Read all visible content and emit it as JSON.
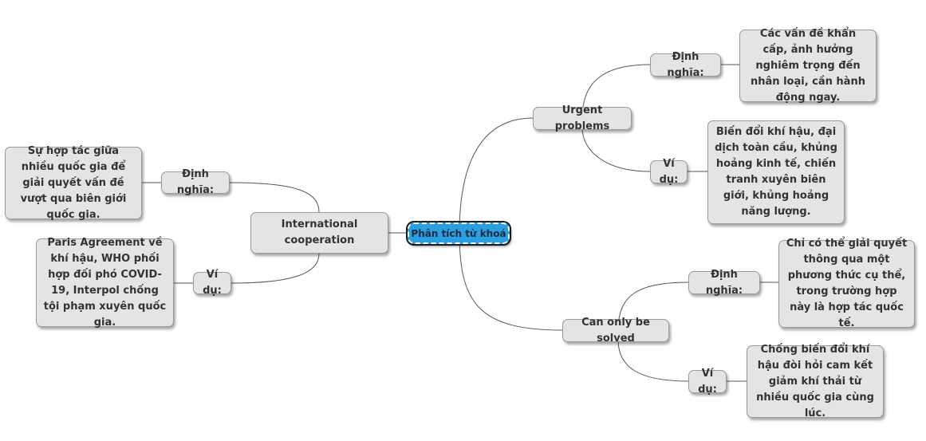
{
  "root": {
    "label": "Phân tích từ khoá"
  },
  "branches": {
    "international": {
      "title": "International cooperation",
      "definition_label": "Định nghĩa:",
      "definition_text": "Sự hợp tác giữa nhiều quốc gia để giải quyết vấn đề vượt qua biên giới quốc gia.",
      "example_label": "Ví dụ:",
      "example_text": "Paris Agreement về khí hậu, WHO phối hợp đối phó COVID-19, Interpol chống tội phạm xuyên quốc gia."
    },
    "urgent": {
      "title": "Urgent problems",
      "definition_label": "Định nghĩa:",
      "definition_text": "Các vấn đề khẩn cấp, ảnh hưởng nghiêm trọng đến nhân loại, cần hành động ngay.",
      "example_label": "Ví dụ:",
      "example_text": "Biến đổi khí hậu, đại dịch toàn cầu, khủng hoảng kinh tế, chiến tranh xuyên biên giới, khủng hoảng năng lượng."
    },
    "solved": {
      "title": "Can only be solved",
      "definition_label": "Định nghĩa:",
      "definition_text": "Chỉ có thể giải quyết thông qua một phương thức cụ thể, trong trường hợp này là hợp tác quốc tế.",
      "example_label": "Ví dụ:",
      "example_text": "Chống biến đổi khí hậu đòi hỏi cam kết giảm khí thải từ nhiều quốc gia cùng lúc."
    }
  }
}
